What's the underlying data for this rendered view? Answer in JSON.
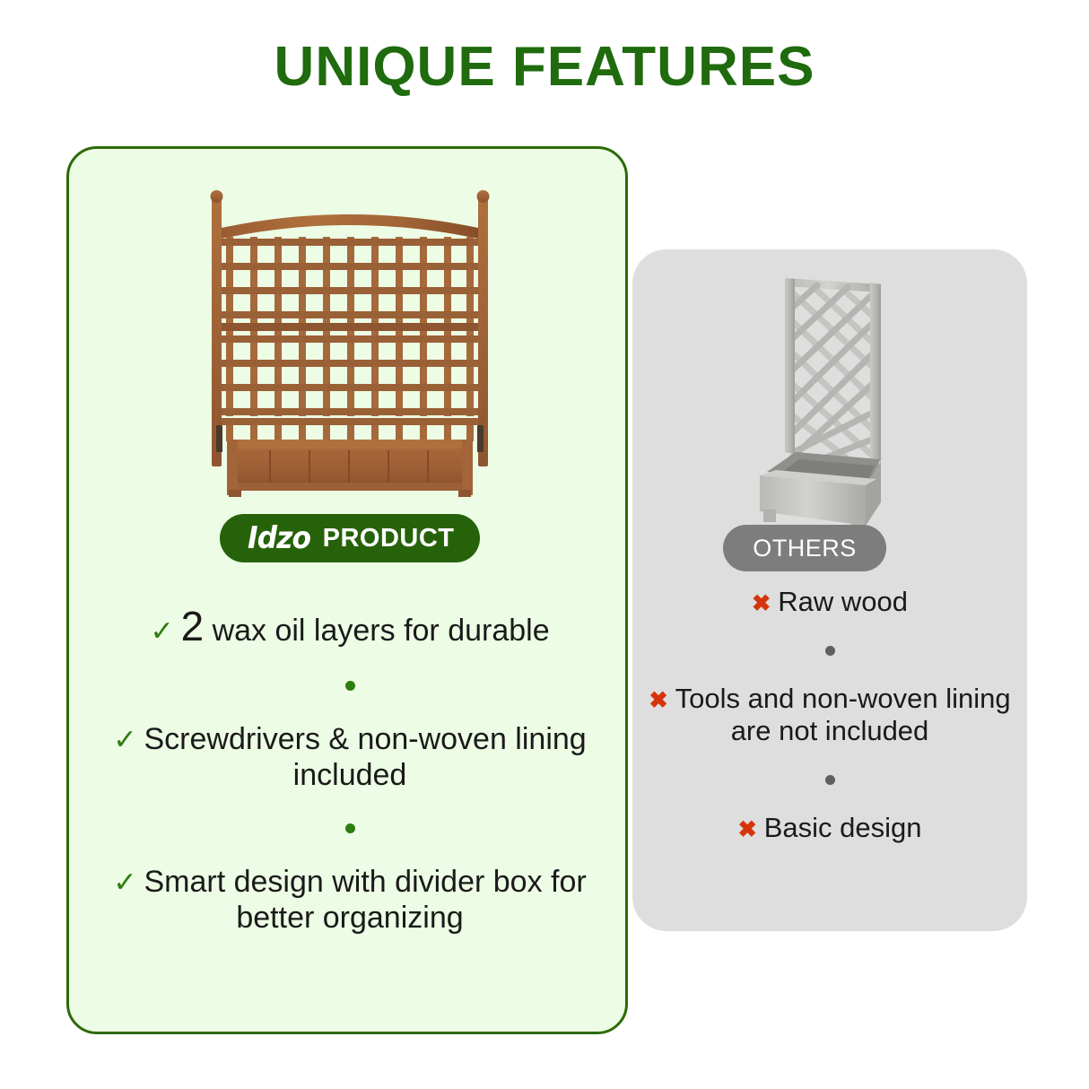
{
  "header": {
    "title": "UNIQUE FEATURES",
    "title_color": "#1f6b0e"
  },
  "product_card": {
    "background": "#edfce5",
    "border_color": "#2d6a09",
    "image_name": "wooden-trellis-planter-box",
    "badge": {
      "logo_text": "Idzo",
      "label": "PRODUCT",
      "background": "#26620a",
      "text_color": "#ffffff"
    },
    "features": [
      {
        "mark": "check-icon",
        "emphasis": "2",
        "text": "wax oil layers for durable"
      },
      {
        "mark": "check-icon",
        "emphasis": "",
        "text": "Screwdrivers & non-woven lining included"
      },
      {
        "mark": "check-icon",
        "emphasis": "",
        "text": "Smart design with divider box for better organizing"
      }
    ],
    "separator_color": "#2e7d0f",
    "check_color": "#2e7d0f"
  },
  "others_card": {
    "background": "#dedede",
    "image_name": "gray-lattice-planter-box",
    "badge": {
      "label": "OTHERS",
      "background": "#7d7d7d",
      "text_color": "#ffffff"
    },
    "features": [
      {
        "mark": "cross-icon",
        "text": "Raw wood"
      },
      {
        "mark": "cross-icon",
        "text": "Tools and non-woven lining are not included"
      },
      {
        "mark": "cross-icon",
        "text": "Basic design"
      }
    ],
    "separator_color": "#5f5f5f",
    "cross_color": "#d6340b"
  }
}
